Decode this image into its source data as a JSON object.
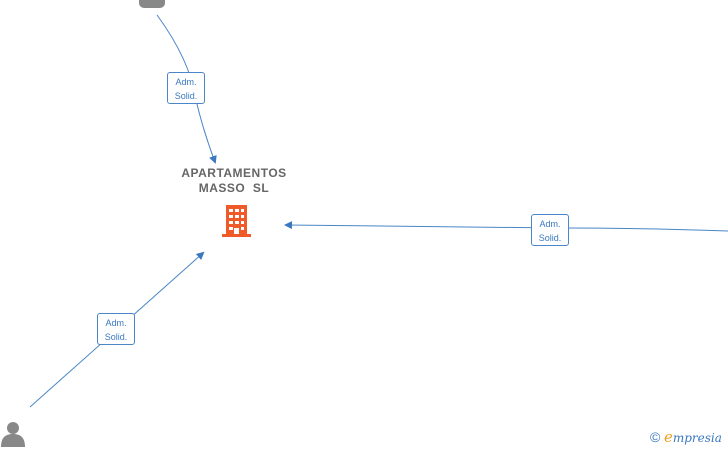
{
  "center_node": {
    "name_line1": "APARTAMENTOS",
    "name_line2": "MASSO  SL",
    "icon": "building-icon",
    "icon_color": "#f05a28"
  },
  "edges": [
    {
      "label_line1": "Adm.",
      "label_line2": "Solid.",
      "from": "person-top"
    },
    {
      "label_line1": "Adm.",
      "label_line2": "Solid.",
      "from": "node-right"
    },
    {
      "label_line1": "Adm.",
      "label_line2": "Solid.",
      "from": "person-bottom-left"
    }
  ],
  "persons": [
    {
      "icon": "person-icon"
    },
    {
      "icon": "person-icon"
    }
  ],
  "colors": {
    "edge": "#4a86c8",
    "label_text": "#3a78c0",
    "node_text": "#666666",
    "person": "#888888"
  },
  "footer": {
    "copyright_symbol": "©",
    "brand_initial": "e",
    "brand_rest": "mpresia"
  }
}
